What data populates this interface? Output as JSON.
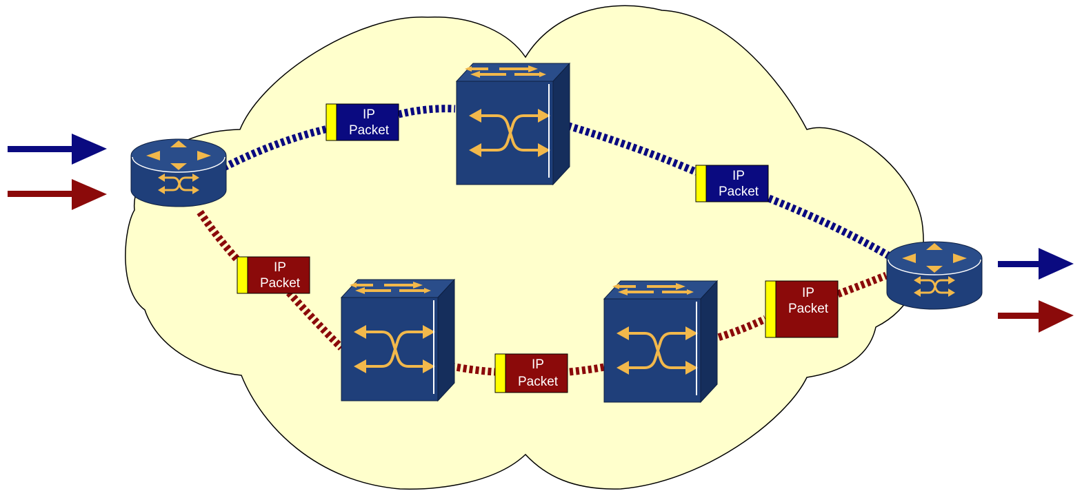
{
  "colors": {
    "cloud_fill": "#FFFFCC",
    "cloud_stroke": "#000000",
    "device_blue": "#1F3F7A",
    "device_gold": "#F2B84B",
    "path_blue": "#0A0A80",
    "path_red": "#8B0A0A",
    "tag_yellow": "#FFFF00"
  },
  "devices": [
    {
      "name": "ingress-router",
      "type": "router"
    },
    {
      "name": "switch-top",
      "type": "switch"
    },
    {
      "name": "switch-bottom-left",
      "type": "switch"
    },
    {
      "name": "switch-bottom-right",
      "type": "switch"
    },
    {
      "name": "egress-router",
      "type": "router"
    }
  ],
  "flows": [
    {
      "name": "blue-flow",
      "color": "#0A0A80"
    },
    {
      "name": "red-flow",
      "color": "#8B0A0A"
    }
  ],
  "packets": [
    {
      "line1": "IP",
      "line2": "Packet",
      "flow": "blue"
    },
    {
      "line1": "IP",
      "line2": "Packet",
      "flow": "blue"
    },
    {
      "line1": "IP",
      "line2": "Packet",
      "flow": "red"
    },
    {
      "line1": "IP",
      "line2": "Packet",
      "flow": "red"
    },
    {
      "line1": "IP",
      "line2": "Packet",
      "flow": "red"
    }
  ]
}
